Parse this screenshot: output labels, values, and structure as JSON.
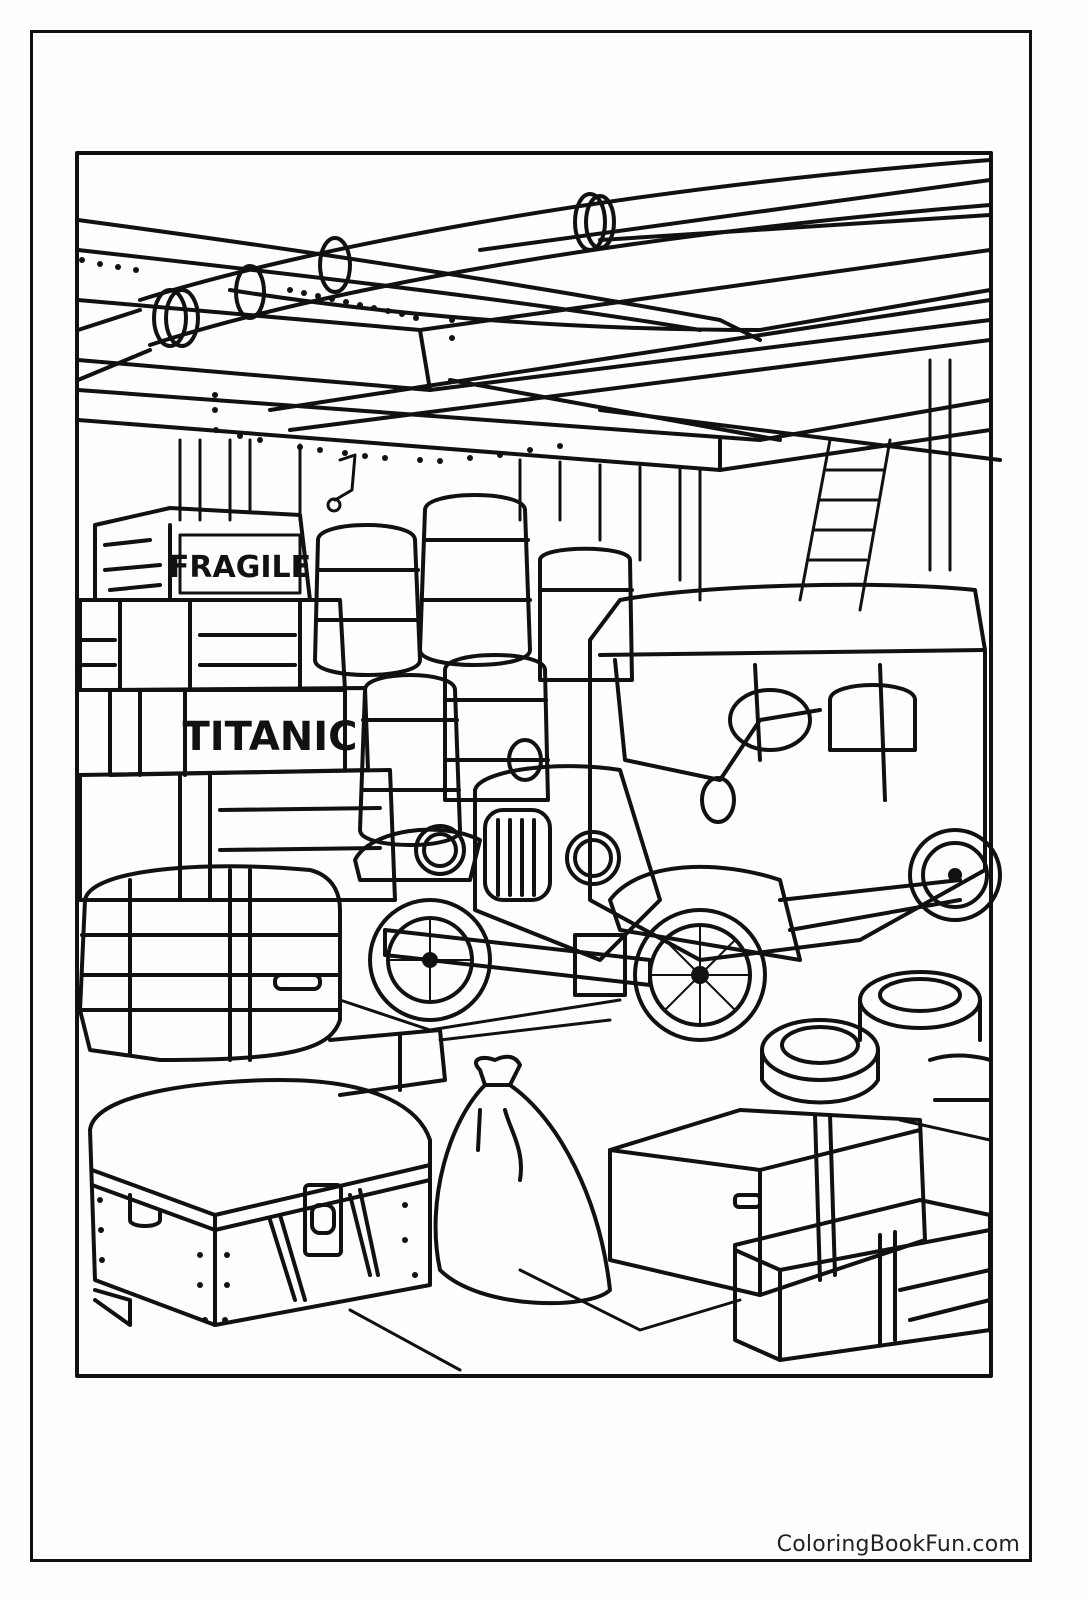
{
  "page": {
    "type": "coloring-page",
    "scene": "Titanic cargo hold with crates, barrels, vintage car, trunks, sack and tires"
  },
  "labels": {
    "crate_fragile": "FRAGILE",
    "crate_titanic": "TITANIC"
  },
  "footer": {
    "credit": "ColoringBookFun.com"
  },
  "colors": {
    "line": "#111111",
    "paper": "#fefefe",
    "credit_text": "#222222"
  }
}
